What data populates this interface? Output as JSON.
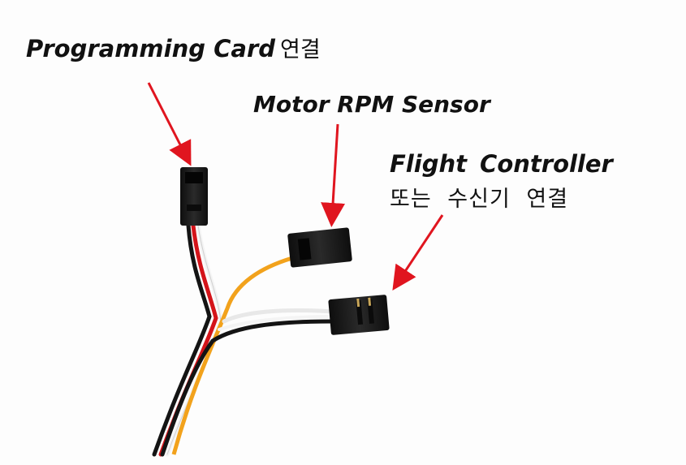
{
  "labels": {
    "programming_card": {
      "en": "Programming Card",
      "kr": "연결"
    },
    "motor_rpm_sensor": "Motor RPM Sensor",
    "flight_controller": {
      "en": "Flight  Controller",
      "kr": "또는 수신기 연결"
    }
  },
  "colors": {
    "arrow": "#e0151f",
    "wire_red": "#d4141a",
    "wire_white": "#f4f4f4",
    "wire_black": "#141414",
    "wire_orange": "#f2a21c",
    "connector": "#1a1a1a"
  },
  "icons": [
    "arrow-icon"
  ]
}
